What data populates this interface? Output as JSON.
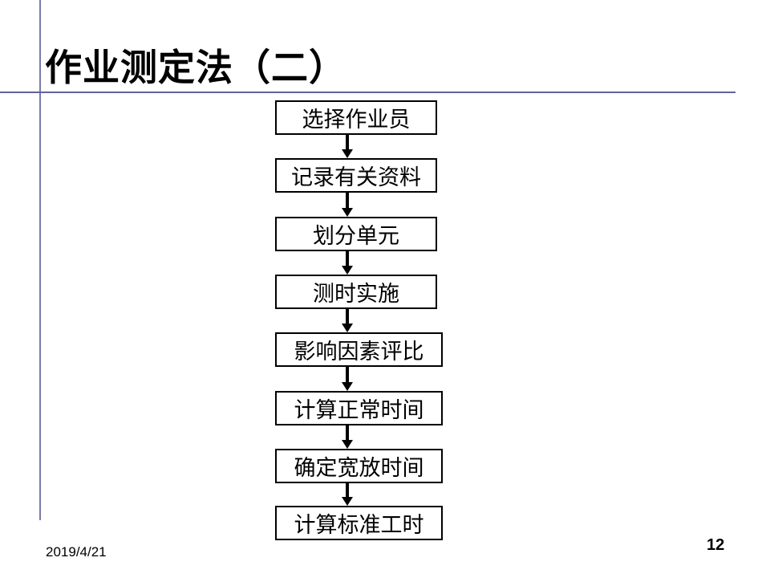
{
  "slide": {
    "title": "作业测定法（二）",
    "date": "2019/4/21",
    "page_number": "12"
  },
  "flowchart": {
    "type": "vertical-flow",
    "steps": [
      {
        "label": "选择作业员"
      },
      {
        "label": "记录有关资料"
      },
      {
        "label": "划分单元"
      },
      {
        "label": "测时实施"
      },
      {
        "label": "影响因素评比"
      },
      {
        "label": "计算正常时间"
      },
      {
        "label": "确定宽放时间"
      },
      {
        "label": "计算标准工时"
      }
    ],
    "connector": "down-arrow"
  },
  "colors": {
    "background": "#ffffff",
    "accent_line": "#666699",
    "box_border": "#000000",
    "arrow": "#000000",
    "text": "#000000"
  }
}
